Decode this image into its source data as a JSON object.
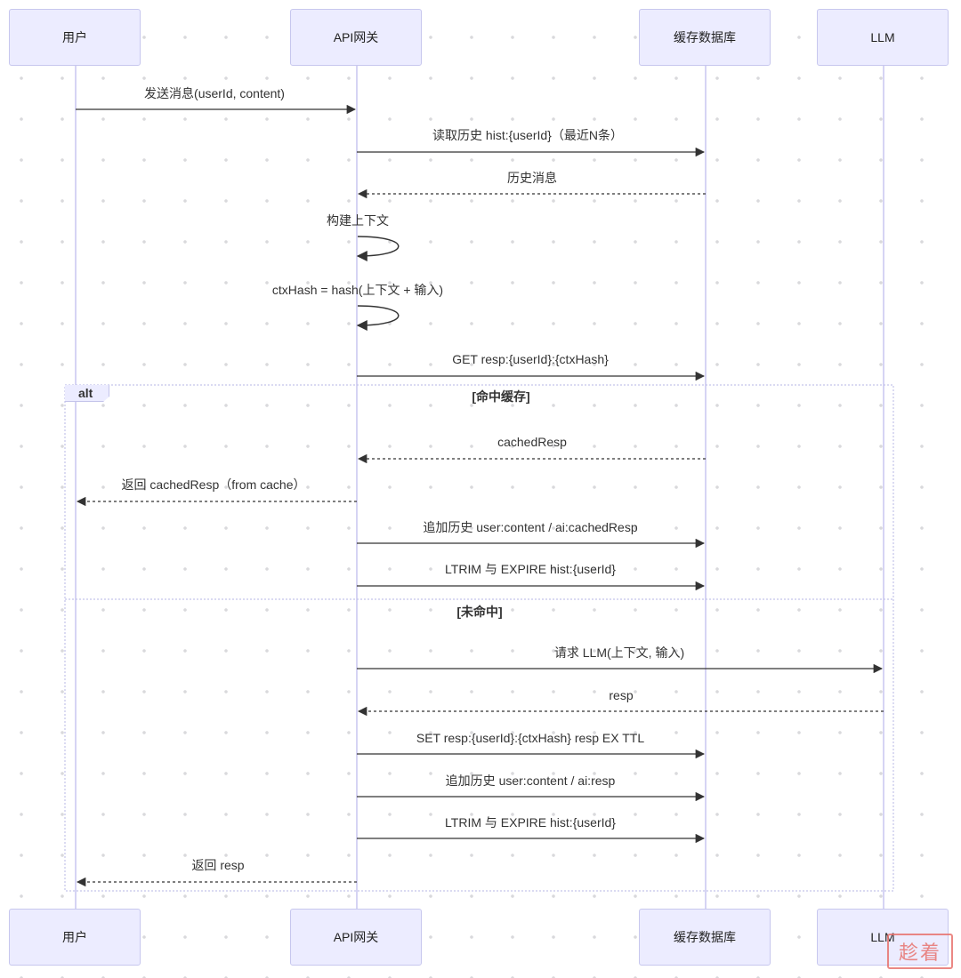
{
  "actors": [
    {
      "key": "user",
      "label": "用户"
    },
    {
      "key": "gateway",
      "label": "API网关"
    },
    {
      "key": "cache",
      "label": "缓存数据库"
    },
    {
      "key": "llm",
      "label": "LLM"
    }
  ],
  "messages": [
    {
      "id": "m1",
      "from": "user",
      "to": "gateway",
      "text": "发送消息(userId, content)",
      "style": "solid"
    },
    {
      "id": "m2",
      "from": "gateway",
      "to": "cache",
      "text": "读取历史 hist:{userId}（最近N条）",
      "style": "solid"
    },
    {
      "id": "m3",
      "from": "cache",
      "to": "gateway",
      "text": "历史消息",
      "style": "dashed"
    },
    {
      "id": "m4",
      "from": "gateway",
      "to": "gateway",
      "text": "构建上下文",
      "style": "self"
    },
    {
      "id": "m5",
      "from": "gateway",
      "to": "gateway",
      "text": "ctxHash = hash(上下文 + 输入)",
      "style": "self"
    },
    {
      "id": "m6",
      "from": "gateway",
      "to": "cache",
      "text": "GET resp:{userId}:{ctxHash}",
      "style": "solid"
    },
    {
      "id": "m7",
      "from": "cache",
      "to": "gateway",
      "text": "cachedResp",
      "style": "dashed"
    },
    {
      "id": "m8",
      "from": "gateway",
      "to": "user",
      "text": "返回 cachedResp（from cache）",
      "style": "dashed"
    },
    {
      "id": "m9",
      "from": "gateway",
      "to": "cache",
      "text": "追加历史 user:content / ai:cachedResp",
      "style": "solid"
    },
    {
      "id": "m10",
      "from": "gateway",
      "to": "cache",
      "text": "LTRIM 与 EXPIRE hist:{userId}",
      "style": "solid"
    },
    {
      "id": "m11",
      "from": "gateway",
      "to": "llm",
      "text": "请求 LLM(上下文, 输入)",
      "style": "solid"
    },
    {
      "id": "m12",
      "from": "llm",
      "to": "gateway",
      "text": "resp",
      "style": "dashed"
    },
    {
      "id": "m13",
      "from": "gateway",
      "to": "cache",
      "text": "SET resp:{userId}:{ctxHash} resp EX TTL",
      "style": "solid"
    },
    {
      "id": "m14",
      "from": "gateway",
      "to": "cache",
      "text": "追加历史 user:content / ai:resp",
      "style": "solid"
    },
    {
      "id": "m15",
      "from": "gateway",
      "to": "cache",
      "text": "LTRIM 与 EXPIRE hist:{userId}",
      "style": "solid"
    },
    {
      "id": "m16",
      "from": "gateway",
      "to": "user",
      "text": "返回 resp",
      "style": "dashed"
    }
  ],
  "alt_block": {
    "tag": "alt",
    "branches": [
      {
        "condition": "[命中缓存]"
      },
      {
        "condition": "[未命中]"
      }
    ]
  },
  "watermark": "趁着",
  "colors": {
    "actor_fill": "#ececff",
    "actor_border": "#c7c7ee",
    "lifeline": "#c9c5f0",
    "arrow": "#333333",
    "alt_border": "#c3c3ea",
    "watermark": "#e8746f"
  }
}
